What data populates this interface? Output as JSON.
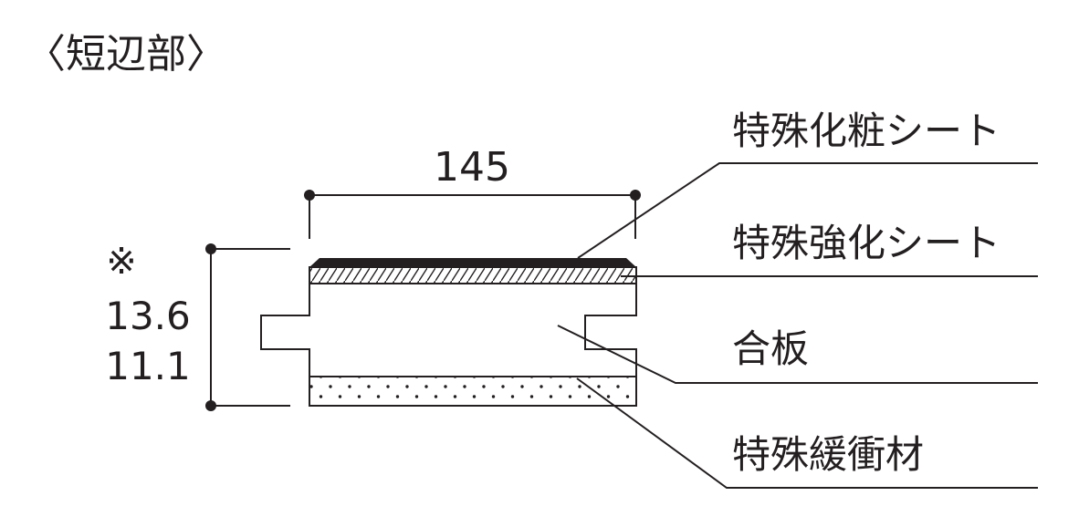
{
  "title": "〈短辺部〉",
  "dimensions": {
    "width": "145",
    "note_mark": "※",
    "thickness_1": "13.6",
    "thickness_2": "11.1"
  },
  "layers": [
    {
      "label": "特殊化粧シート"
    },
    {
      "label": "特殊強化シート"
    },
    {
      "label": "合板"
    },
    {
      "label": "特殊緩衝材"
    }
  ],
  "colors": {
    "ink": "#231f20",
    "background": "#ffffff"
  }
}
